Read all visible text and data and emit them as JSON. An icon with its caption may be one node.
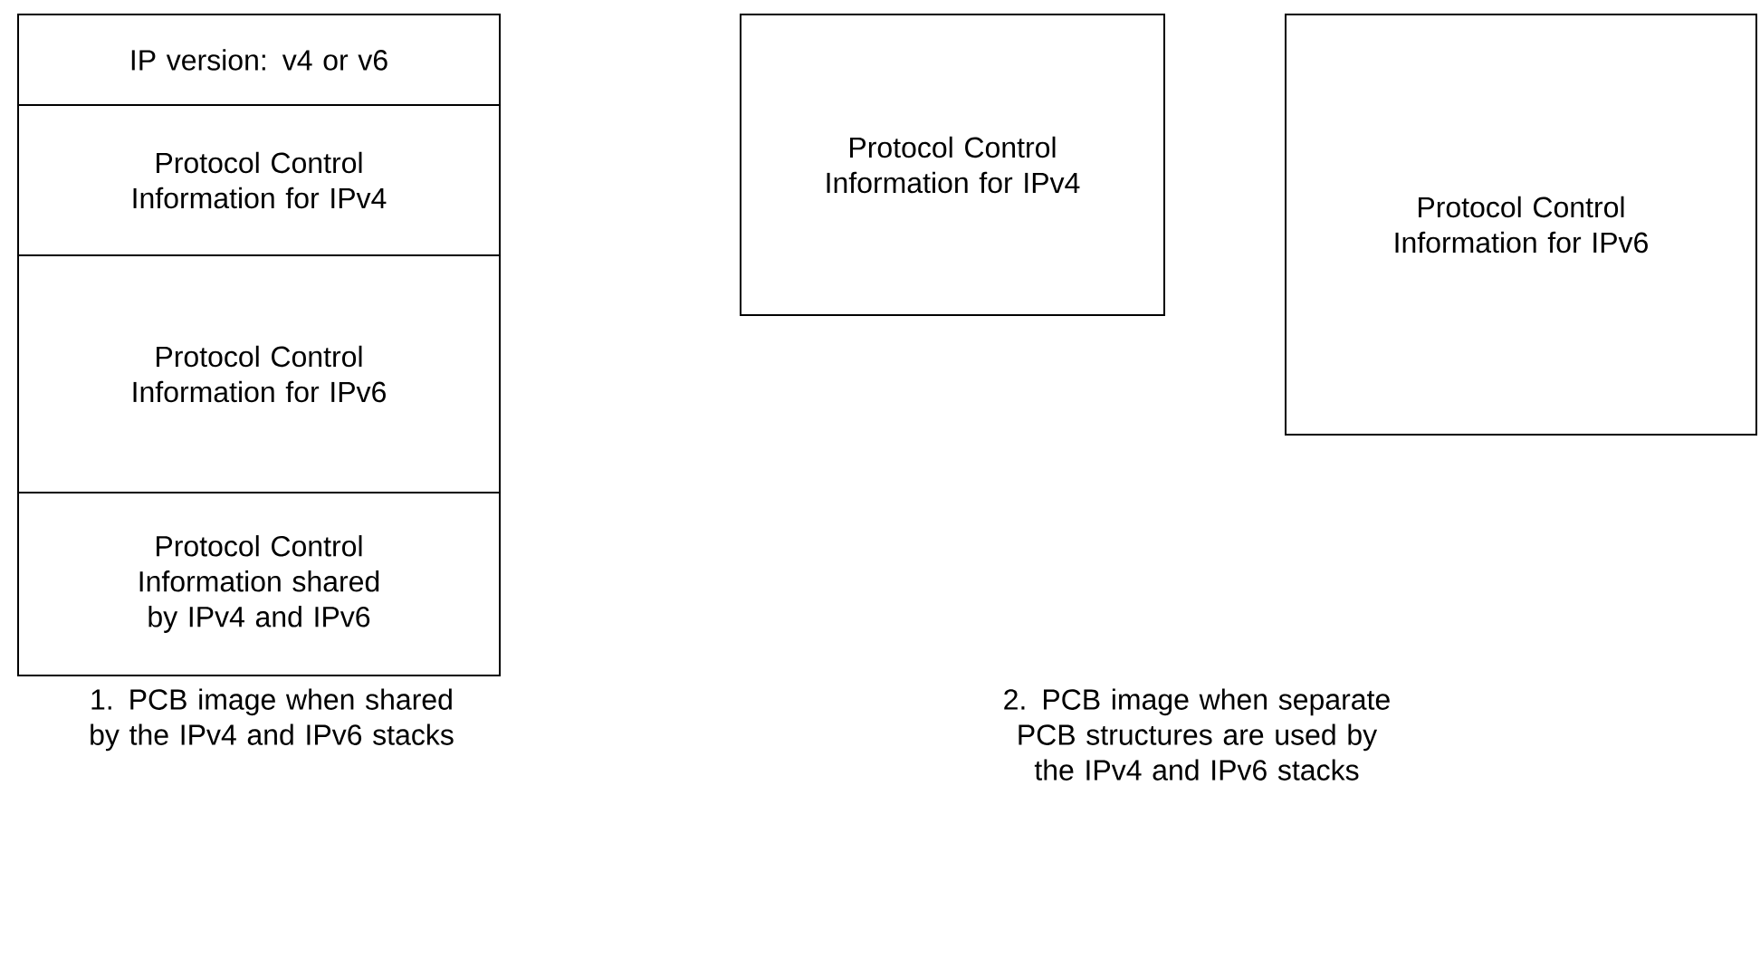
{
  "diagram": {
    "nodes": [
      {
        "text": [
          "IP version: v4 or v6"
        ]
      },
      {
        "text": [
          "Protocol Control Information for IPv4"
        ]
      },
      {
        "text": [
          "Protocol Control Information for IPv6"
        ]
      },
      {
        "text": [
          "Protocol Control Information shared by IPv4 and IPv6"
        ]
      },
      {
        "text": [
          "Protocol Control Information for IPv4"
        ]
      },
      {
        "text": [
          "Protocol Control Information for IPv6"
        ]
      }
    ],
    "labels": [
      "1. PCB image when shared by the IPv4 and IPv6 stacks",
      "2. PCB image when separate PCB structures are used by the IPv4 and IPv6 stacks"
    ]
  }
}
